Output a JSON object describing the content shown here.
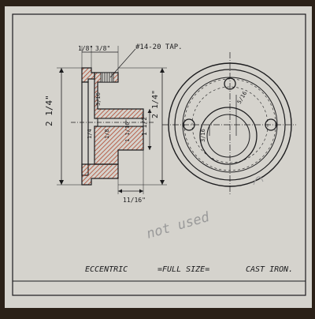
{
  "drawing": {
    "title_left": "ECCENTRIC",
    "title_mid": "=FULL SIZE=",
    "title_right": "CAST IRON.",
    "tap_note": "#14-20 TAP.",
    "dim_top_a": "1/8\"",
    "dim_top_b": "3/8\"",
    "dim_total_height": "2 1/4\"",
    "dim_left_inner": "1/4",
    "dim_right_height": "2 1/4\"",
    "dim_bore": "1 1/2\"",
    "dim_hub": "1 1/16\"",
    "dim_small_a": "3/16",
    "dim_small_b": "1/8",
    "dim_bottom": "11/16\"",
    "dim_eccentric": "3/16",
    "dim_offset": "5/16",
    "pencil_note": "not used"
  },
  "colors": {
    "backing": "#2b2118",
    "sheet": "#d5d3cd",
    "ink": "#1c1c1e",
    "hatch": "#b0462c",
    "pencil": "#9a9a9a"
  }
}
